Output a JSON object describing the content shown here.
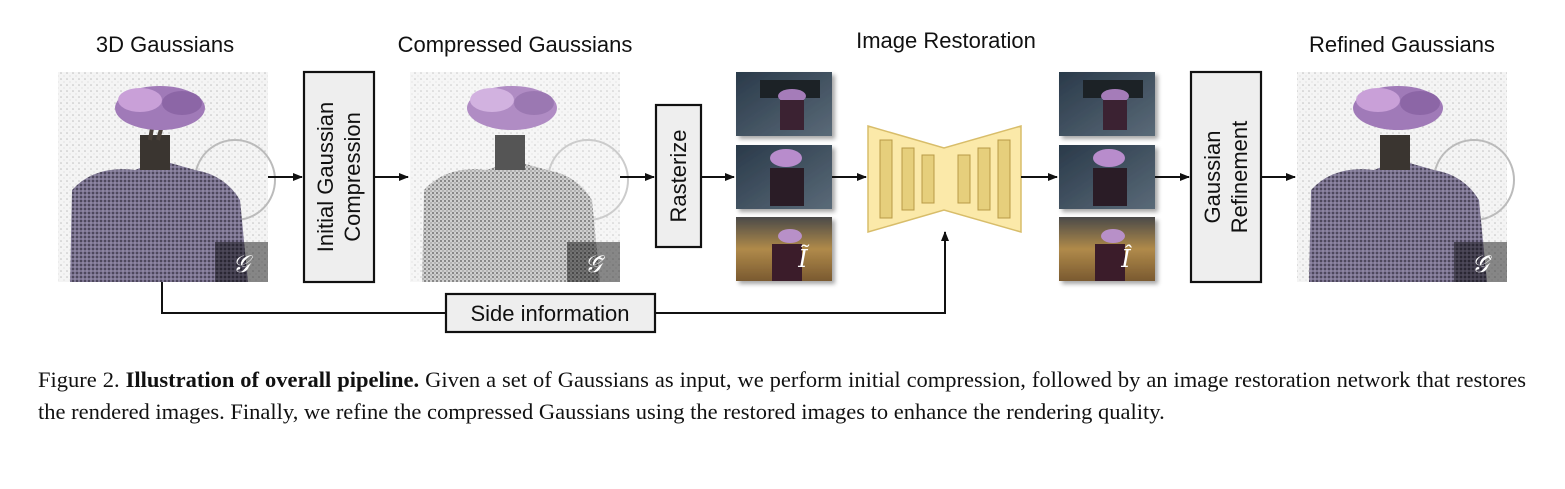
{
  "headings": {
    "gaussians_3d": "3D Gaussians",
    "compressed": "Compressed Gaussians",
    "restoration": "Image Restoration",
    "refined": "Refined Gaussians"
  },
  "boxes": {
    "initial_compression": [
      "Initial Gaussian",
      "Compression"
    ],
    "rasterize": "Rasterize",
    "refinement": [
      "Gaussian",
      "Refinement"
    ],
    "side_info": "Side information"
  },
  "symbols": {
    "g": "𝒢",
    "g_tilde": "𝒢̃",
    "g_hat": "𝒢̂",
    "i_tilde": "Ĩ",
    "i_hat": "Î"
  },
  "caption": {
    "label": "Figure 2.",
    "title": "Illustration of overall pipeline.",
    "body": "Given a set of Gaussians as input, we perform initial compression, followed by an image restoration network that restores the rendered images. Finally, we refine the compressed Gaussians using the restored images to enhance the rendering quality."
  },
  "colors": {
    "network_fill": "#fbe9a9",
    "network_stroke": "#d8bd6a",
    "flower": "#b07fbf",
    "cloth": "#6e6680"
  }
}
